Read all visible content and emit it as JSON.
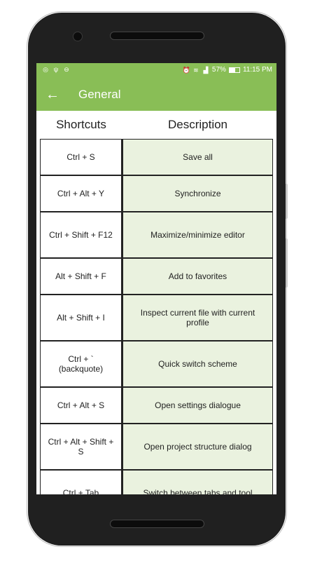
{
  "status_bar": {
    "left_icons": [
      "whatsapp-icon",
      "usb-icon",
      "sync-icon"
    ],
    "right_icons": [
      "alarm-icon",
      "wifi-icon",
      "signal-icon"
    ],
    "battery_percent": "57%",
    "battery_level": 0.57,
    "time": "11:15 PM"
  },
  "app_bar": {
    "title": "General",
    "back_icon": "arrow-left-icon"
  },
  "colors": {
    "accent": "#89be56",
    "desc_bg": "#eaf2df"
  },
  "table": {
    "headers": {
      "shortcuts": "Shortcuts",
      "description": "Description"
    },
    "rows": [
      {
        "key": "Ctrl + S",
        "desc": "Save all"
      },
      {
        "key": "Ctrl + Alt + Y",
        "desc": "Synchronize"
      },
      {
        "key": "Ctrl + Shift + F12",
        "desc": "Maximize/minimize editor"
      },
      {
        "key": "Alt + Shift + F",
        "desc": "Add to favorites"
      },
      {
        "key": "Alt + Shift + I",
        "desc": "Inspect current file with current profile"
      },
      {
        "key": "Ctrl + ` (backquote)",
        "desc": "Quick switch scheme"
      },
      {
        "key": "Ctrl + Alt + S",
        "desc": "Open settings dialogue"
      },
      {
        "key": "Ctrl + Alt + Shift + S",
        "desc": "Open project structure dialog"
      },
      {
        "key": "Ctrl + Tab",
        "desc": "Switch between tabs and tool"
      }
    ]
  }
}
